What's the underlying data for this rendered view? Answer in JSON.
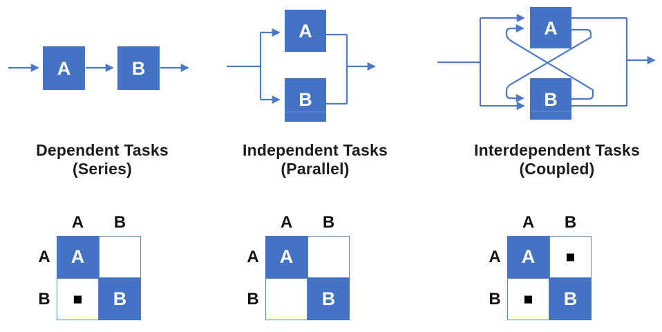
{
  "colors": {
    "box_fill": "#4472C4",
    "line": "#4C78CC",
    "caption_text": "#1c1c1c",
    "matrix_mark": "#000000"
  },
  "flow_diagrams": [
    {
      "name": "series",
      "caption": [
        "Dependent Tasks",
        "(Series)"
      ],
      "nodes": [
        "A",
        "B"
      ]
    },
    {
      "name": "parallel",
      "caption": [
        "Independent Tasks",
        "(Parallel)"
      ],
      "nodes": [
        "A",
        "B"
      ]
    },
    {
      "name": "coupled",
      "caption": [
        "Interdependent Tasks",
        "(Coupled)"
      ],
      "nodes": [
        "A",
        "B"
      ]
    }
  ],
  "matrices": [
    {
      "name": "series-dsm",
      "col_headers": [
        "A",
        "B"
      ],
      "row_headers": [
        "A",
        "B"
      ],
      "cells": [
        [
          "A",
          ""
        ],
        [
          "■",
          "B"
        ]
      ]
    },
    {
      "name": "parallel-dsm",
      "col_headers": [
        "A",
        "B"
      ],
      "row_headers": [
        "A",
        "B"
      ],
      "cells": [
        [
          "A",
          ""
        ],
        [
          "",
          "B"
        ]
      ]
    },
    {
      "name": "coupled-dsm",
      "col_headers": [
        "A",
        "B"
      ],
      "row_headers": [
        "A",
        "B"
      ],
      "cells": [
        [
          "A",
          "■"
        ],
        [
          "■",
          "B"
        ]
      ]
    }
  ]
}
